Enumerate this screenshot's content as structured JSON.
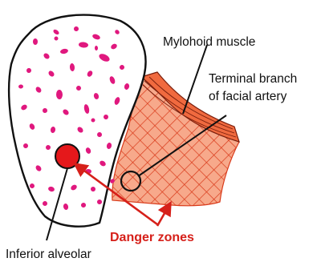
{
  "labels": {
    "mylohyoid": "Mylohoid muscle",
    "facial_artery_line1": "Terminal branch",
    "facial_artery_line2": "of facial artery",
    "danger": "Danger zones",
    "inferior_alveolar": "Inferior alveolar"
  },
  "colors": {
    "bone_outline": "#111111",
    "marrow_spots": "#e0187e",
    "muscle_fill": "#f06a3f",
    "muscle_hatch": "#7a1e0c",
    "danger_fill": "#f7a98b",
    "danger_hatch": "#d93a1a",
    "danger_text": "#d6201a",
    "canal_fill": "#e5181b"
  }
}
